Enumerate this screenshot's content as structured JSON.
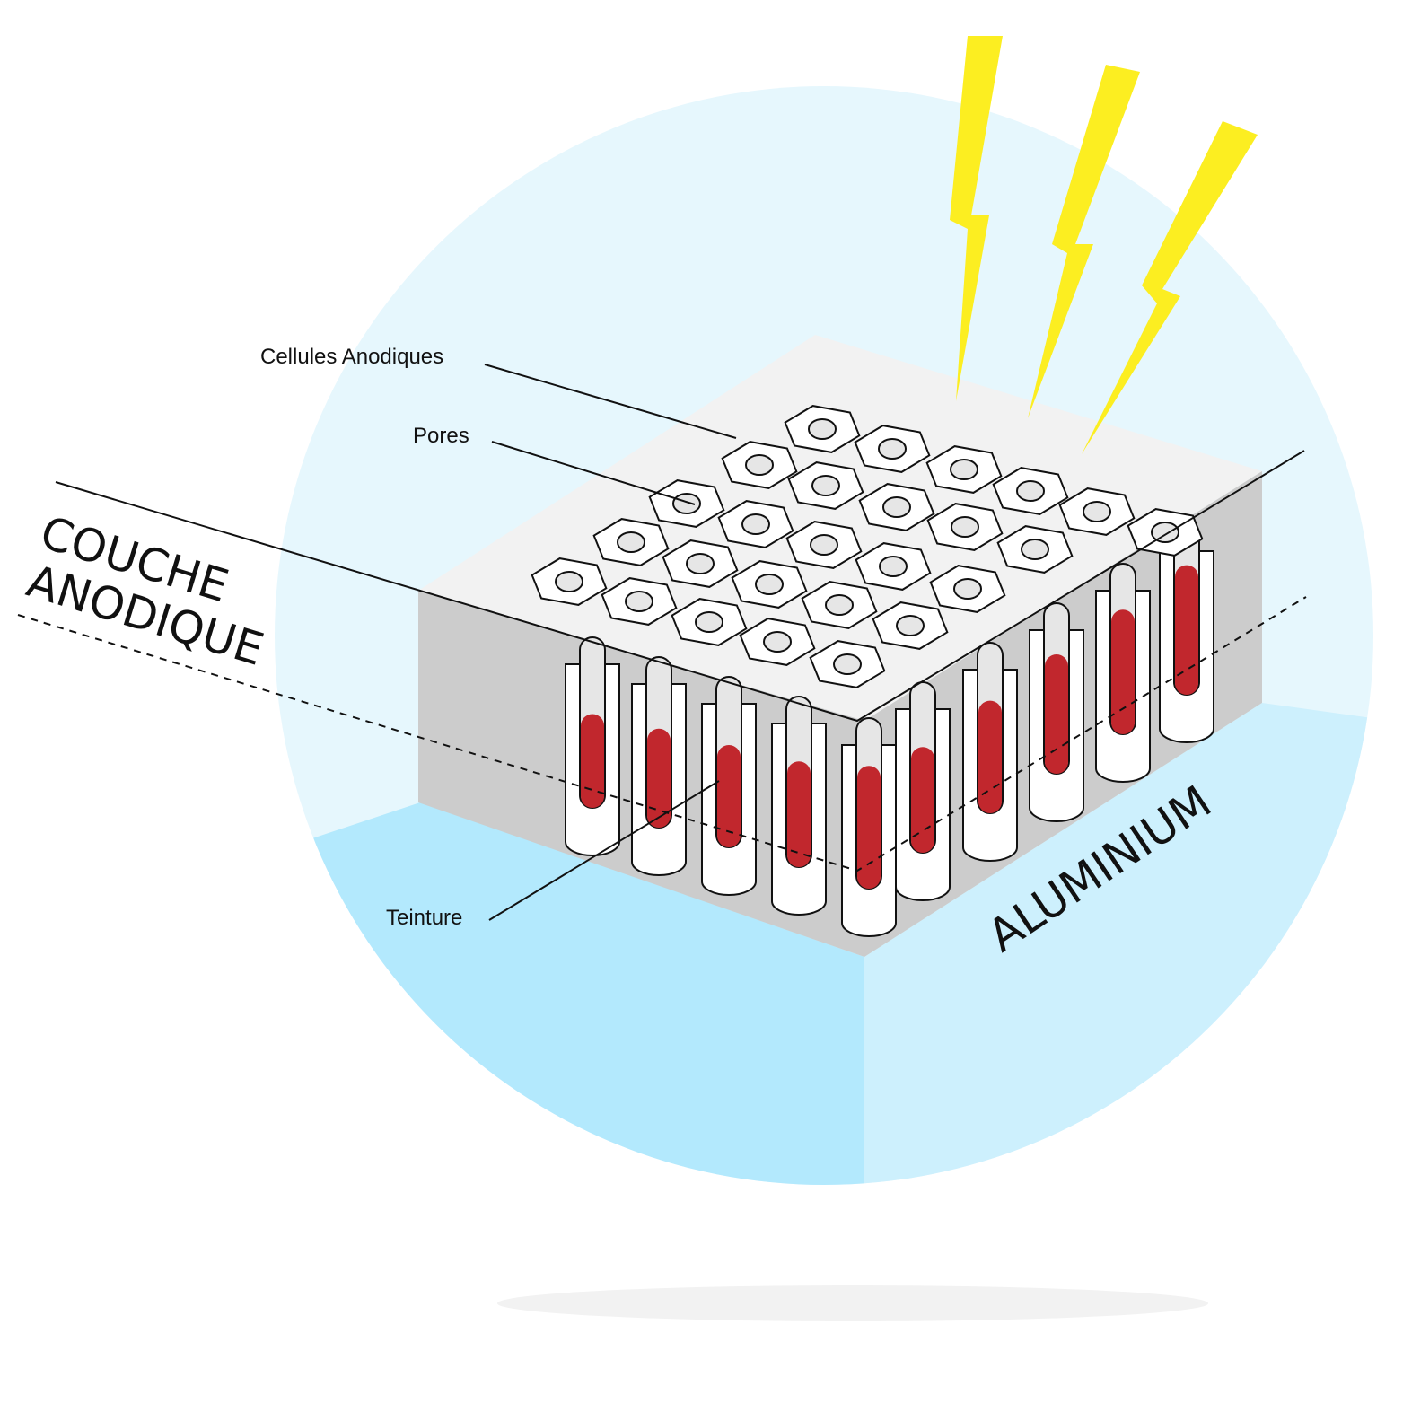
{
  "labels": {
    "cellules": "Cellules Anodiques",
    "pores": "Pores",
    "teinture": "Teinture",
    "couche_line1": "COUCHE",
    "couche_line2": "ANODIQUE",
    "aluminium": "ALUMINIUM"
  },
  "colors": {
    "circle_bg": "#e6f7fd",
    "aluminium_left": "#b3e9fd",
    "aluminium_right": "#cdf0fd",
    "block_top": "#f2f2f2",
    "block_side": "#cccccc",
    "dye": "#c1272d",
    "pore": "#e6e6e6",
    "lightning": "#fcee21",
    "shadow": "#f2f2f2",
    "stroke": "#111111"
  },
  "dye_levels": [
    0.55,
    0.58,
    0.6,
    0.62,
    0.72,
    0.62,
    0.66,
    0.7,
    0.73,
    0.76
  ]
}
